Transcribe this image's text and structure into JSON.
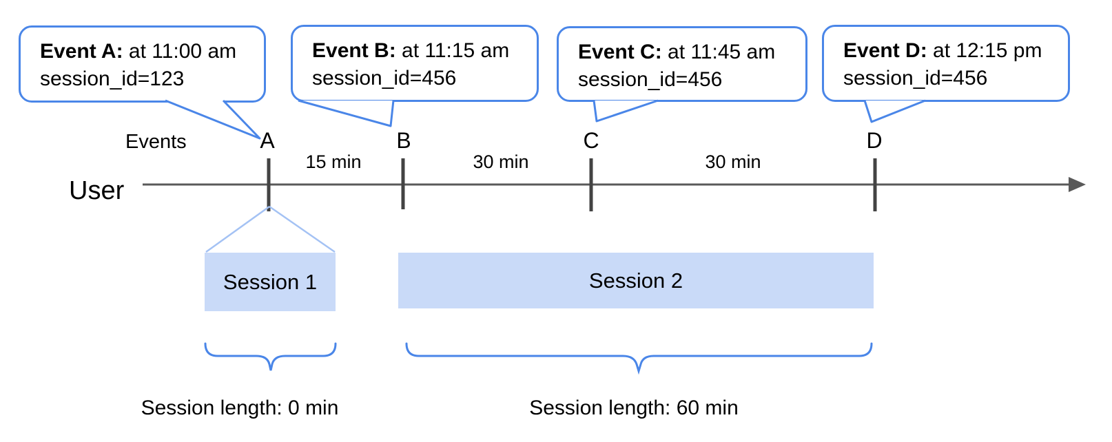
{
  "diagram": {
    "title_semantic": "Event sessionization timeline",
    "bubbles": [
      {
        "label": "Event A:",
        "time": " at 11:00 am",
        "session": "session_id=123"
      },
      {
        "label": "Event B:",
        "time": " at 11:15 am",
        "session": "session_id=456"
      },
      {
        "label": "Event C:",
        "time": " at 11:45 am",
        "session": "session_id=456"
      },
      {
        "label": "Event D:",
        "time": " at 12:15 pm",
        "session": "session_id=456"
      }
    ],
    "axis": {
      "events_label": "Events",
      "user_label": "User"
    },
    "event_markers": [
      "A",
      "B",
      "C",
      "D"
    ],
    "intervals": [
      "15 min",
      "30 min",
      "30 min"
    ],
    "sessions": [
      {
        "name": "Session 1",
        "length": "Session length: 0 min"
      },
      {
        "name": "Session 2",
        "length": "Session length: 60 min"
      }
    ],
    "colors": {
      "bubble_border_blue": "#4a86e8",
      "brace_blue": "#4a86e8",
      "session_fill_blue": "#c9daf8",
      "tent_line_blue": "#a4c2f4",
      "timeline_gray": "#595959",
      "tick_gray": "#434343",
      "text_black": "#000000"
    }
  }
}
